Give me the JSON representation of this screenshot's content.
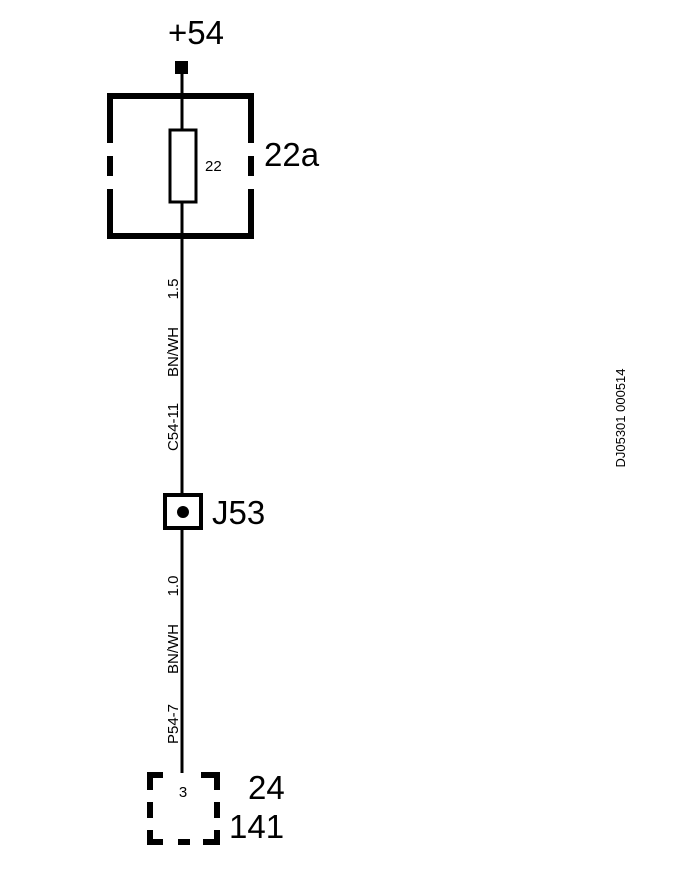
{
  "supply": {
    "label": "+54"
  },
  "fuse_box": {
    "label": "22a",
    "fuse_number": "22"
  },
  "wire_upper": {
    "circuit": "C54-11",
    "color": "BN/WH",
    "size": "1.5"
  },
  "junction": {
    "label": "J53"
  },
  "wire_lower": {
    "circuit": "P54-7",
    "color": "BN/WH",
    "size": "1.0"
  },
  "connector": {
    "pin": "3",
    "component": "24",
    "component_sub": "141"
  },
  "reference": {
    "code": "DJ05301 000514"
  }
}
